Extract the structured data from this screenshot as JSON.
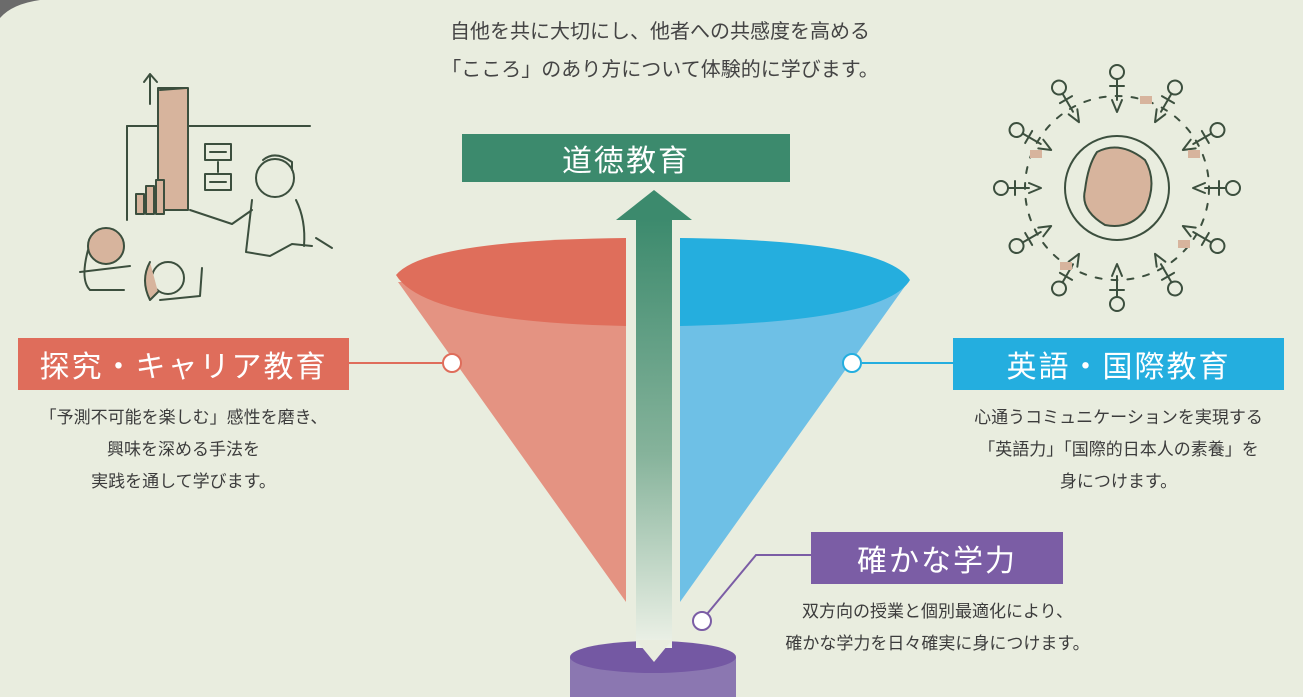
{
  "intro": {
    "line1": "自他を共に大切にし、他者への共感度を高める",
    "line2": "「こころ」のあり方について体験的に学びます。"
  },
  "moral": {
    "label": "道徳教育"
  },
  "career": {
    "label": "探究・キャリア教育",
    "desc": [
      "「予測不可能を楽しむ」感性を磨き、",
      "興味を深める手法を",
      "実践を通して学びます。"
    ]
  },
  "english": {
    "label": "英語・国際教育",
    "desc": [
      "心通うコミュニケーションを実現する",
      "「英語力」「国際的日本人の素養」を",
      "身につけます。"
    ]
  },
  "academic": {
    "label": "確かな学力",
    "desc": [
      "双方向の授業と個別最適化により、",
      "確かな学力を日々確実に身につけます。"
    ]
  },
  "colors": {
    "background": "#e9eddf",
    "moral": "#3c8a6d",
    "career": "#df6d5b",
    "english": "#24aedf",
    "academic": "#7b5da5"
  },
  "icons": [
    "presentation-illustration",
    "globe-people-illustration"
  ]
}
